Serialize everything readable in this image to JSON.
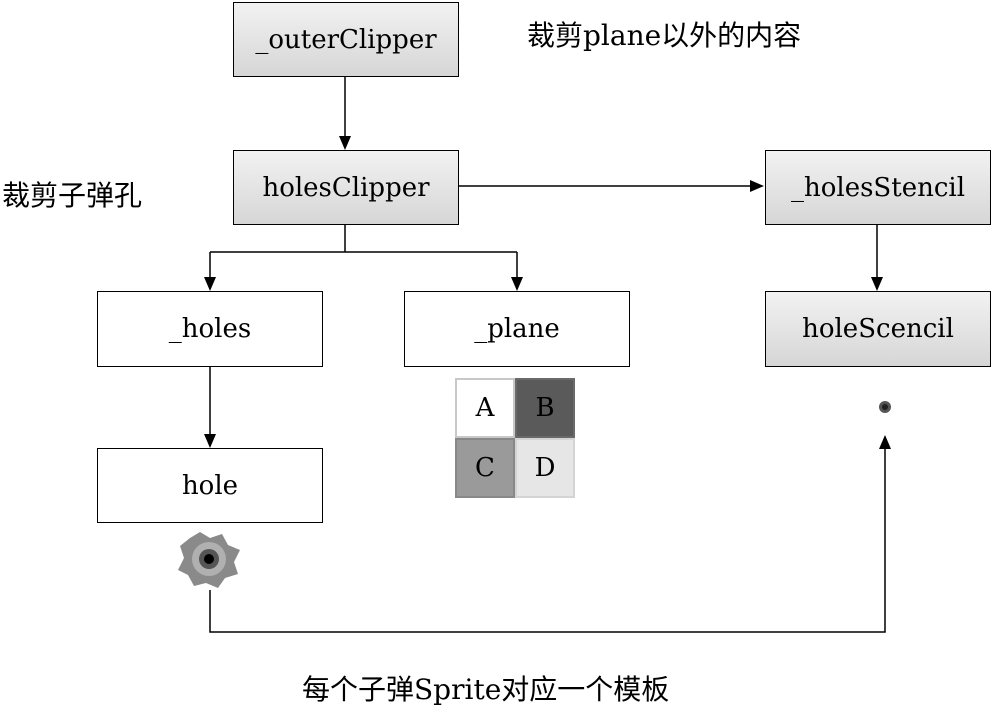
{
  "nodes": {
    "outer_clipper": "_outerClipper",
    "holes_clipper": "holesClipper",
    "holes_stencil": "_holesStencil",
    "holes": "_holes",
    "plane": "_plane",
    "hole_stencil": "holeScencil",
    "hole": "hole"
  },
  "annotations": {
    "outer_note": "裁剪plane以外的内容",
    "holes_note": "裁剪子弹孔",
    "bottom_note": "每个子弹Sprite对应一个模板"
  },
  "plane_grid": {
    "cells": [
      {
        "letter": "A",
        "color": "#ffffff"
      },
      {
        "letter": "B",
        "color": "#5a5a5a"
      },
      {
        "letter": "C",
        "color": "#9a9a9a"
      },
      {
        "letter": "D",
        "color": "#e6e6e6"
      }
    ]
  },
  "icons": {
    "bullet_hole": "bullet-hole-icon",
    "stencil_dot": "stencil-dot-icon"
  }
}
